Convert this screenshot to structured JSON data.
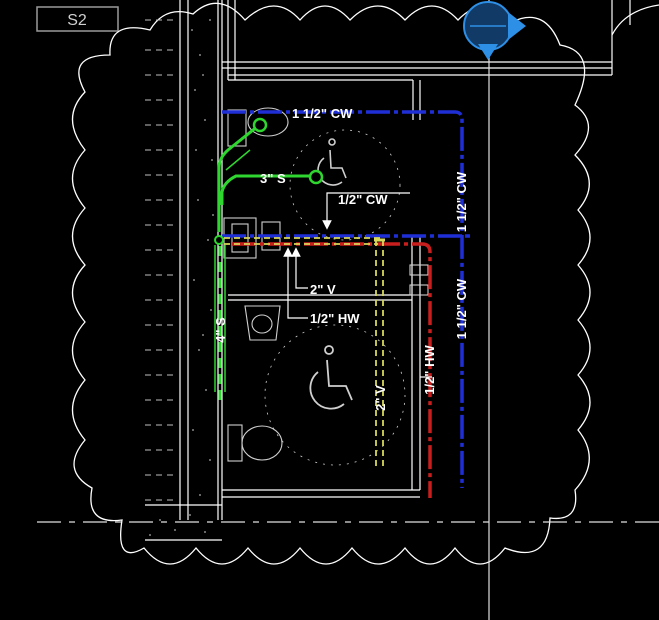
{
  "sheet_tag": "S2",
  "pipe_labels": {
    "cw_top": "1 1/2\" CW",
    "cw_right_upper": "1 1/2\" CW",
    "cw_right_lower": "1 1/2\" CW",
    "cw_branch": "1/2\" CW",
    "sanitary_3": "3\" S",
    "vent_2_horizontal": "2\" V",
    "hw_branch": "1/2\" HW",
    "sanitary_4": "4\" S",
    "vent_2_vertical": "2\" V",
    "hw_vertical": "1/2\" HW"
  },
  "section_marker": {
    "number": "",
    "sheet": ""
  },
  "colors": {
    "cold_water": "#1f2fd6",
    "hot_water": "#c81e1e",
    "sanitary": "#2fd62f",
    "vent": "#d8d85a",
    "linework": "#ffffff",
    "section_marker": "#2e8fe6"
  }
}
